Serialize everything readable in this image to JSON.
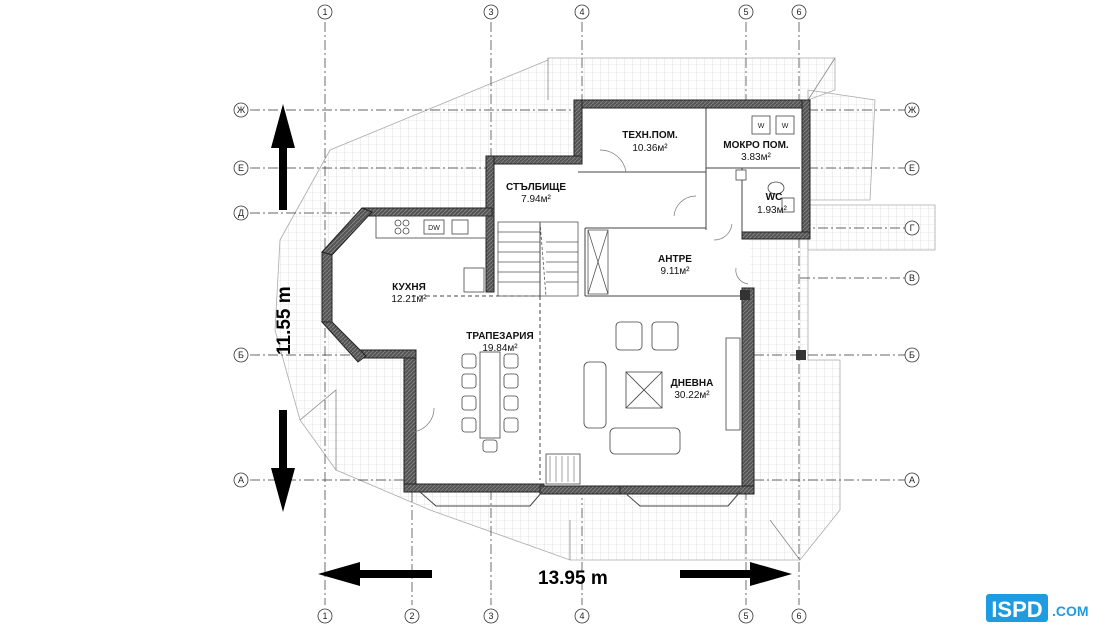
{
  "dimensions": {
    "width_label": "13.95 m",
    "height_label": "11.55 m"
  },
  "axes_top": [
    "1",
    "3",
    "4",
    "5",
    "6"
  ],
  "axes_bottom": [
    "1",
    "2",
    "3",
    "4",
    "5",
    "6"
  ],
  "axes_left": [
    "Ж",
    "Е",
    "Д",
    "Б",
    "А"
  ],
  "axes_right": [
    "Ж",
    "Е",
    "Г",
    "В",
    "Б",
    "А"
  ],
  "rooms": [
    {
      "name": "ТЕХН.ПОМ.",
      "area": "10.36м²"
    },
    {
      "name": "МОКРО ПОМ.",
      "area": "3.83м²"
    },
    {
      "name": "СТЪЛБИЩЕ",
      "area": "7.94м²"
    },
    {
      "name": "WC",
      "area": "1.93м²"
    },
    {
      "name": "АНТРЕ",
      "area": "9.11м²"
    },
    {
      "name": "КУХНЯ",
      "area": "12.21м²"
    },
    {
      "name": "ТРАПЕЗАРИЯ",
      "area": "19.84м²"
    },
    {
      "name": "ДНЕВНА",
      "area": "30.22м²"
    }
  ],
  "fixtures": {
    "dishwasher": "DW",
    "washer_1": "W",
    "washer_2": "W"
  },
  "logo": {
    "mark": "ISPD",
    "suffix": ".COM",
    "color": "#1f9be0"
  }
}
